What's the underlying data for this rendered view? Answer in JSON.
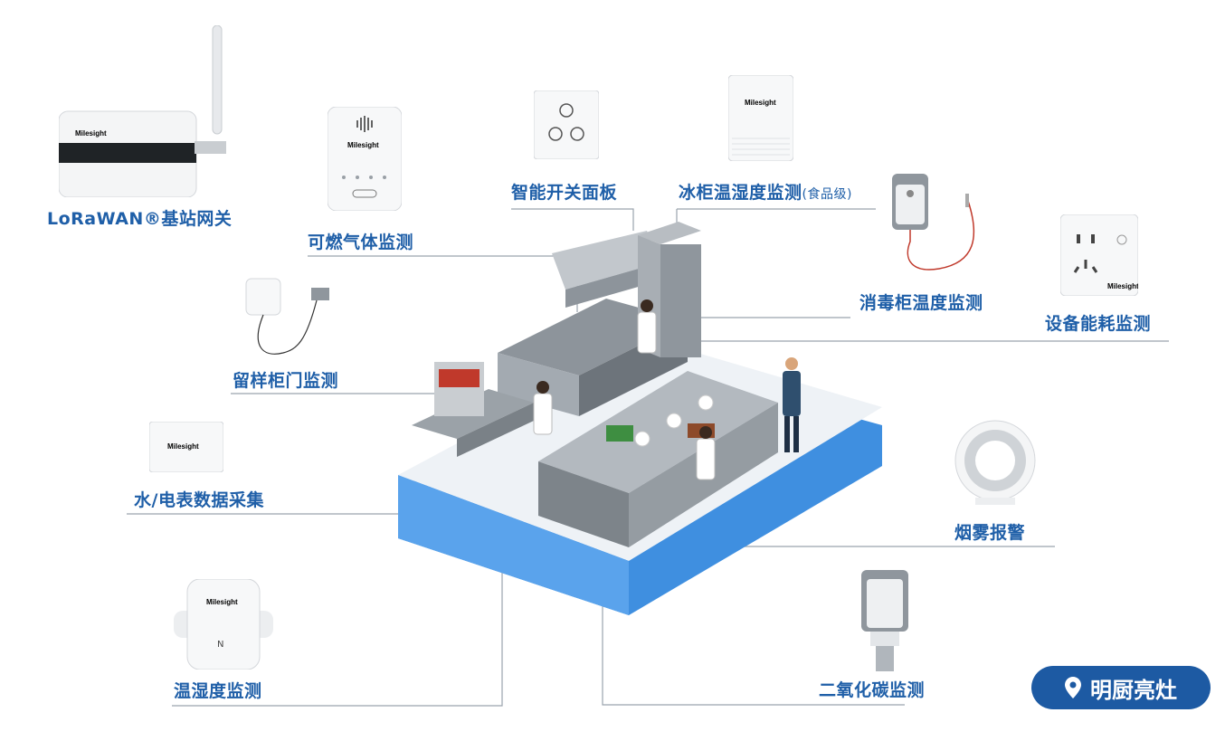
{
  "labels": {
    "gateway": "LoRaWAN®基站网关",
    "gas": "可燃气体监测",
    "switch_panel": "智能开关面板",
    "fridge": "冰柜温湿度监测",
    "fridge_note": "(食品级)",
    "disinfect": "消毒柜温度监测",
    "energy": "设备能耗监测",
    "sample_door": "留样柜门监测",
    "meter": "水/电表数据采集",
    "smoke": "烟雾报警",
    "temp_humidity": "温湿度监测",
    "co2": "二氧化碳监测"
  },
  "brand": "Milesight",
  "badge": {
    "text": "明厨亮灶",
    "icon": "location-pin-icon"
  },
  "colors": {
    "accent": "#1f5fa8",
    "badge": "#1d5aa3",
    "platform": "#3f8fe0"
  }
}
